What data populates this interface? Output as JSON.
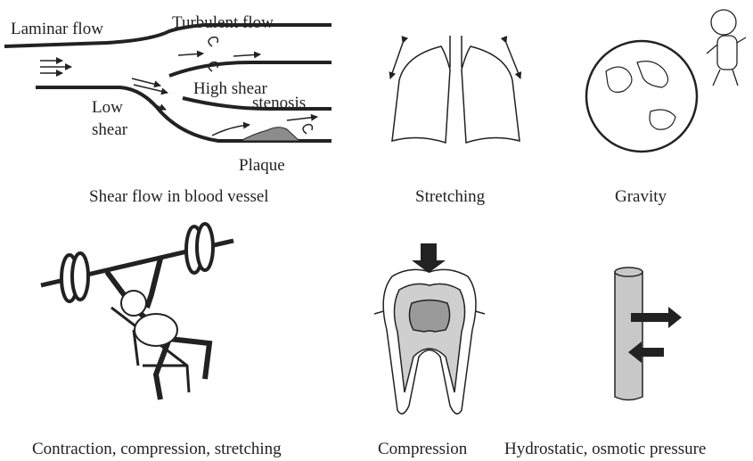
{
  "panels": {
    "shear": {
      "caption": "Shear flow in blood vessel",
      "labels": {
        "laminar": "Laminar flow",
        "turbulent": "Turbulent flow",
        "high_shear": "High shear",
        "stenosis": "stenosis",
        "low": "Low",
        "shear": "shear",
        "plaque": "Plaque"
      }
    },
    "stretching": {
      "caption": "Stretching"
    },
    "gravity": {
      "caption": "Gravity"
    },
    "exercise": {
      "caption": "Contraction, compression, stretching"
    },
    "tooth": {
      "caption": "Compression"
    },
    "cylinder": {
      "caption": "Hydrostatic, osmotic pressure"
    }
  },
  "colors": {
    "stroke": "#222222",
    "plaque": "#8c8c8c",
    "tooth_mid": "#cfcfcf",
    "tooth_pulp": "#9a9a9a",
    "cylinder": "#c8c8c8",
    "earth": "#ffffff"
  }
}
